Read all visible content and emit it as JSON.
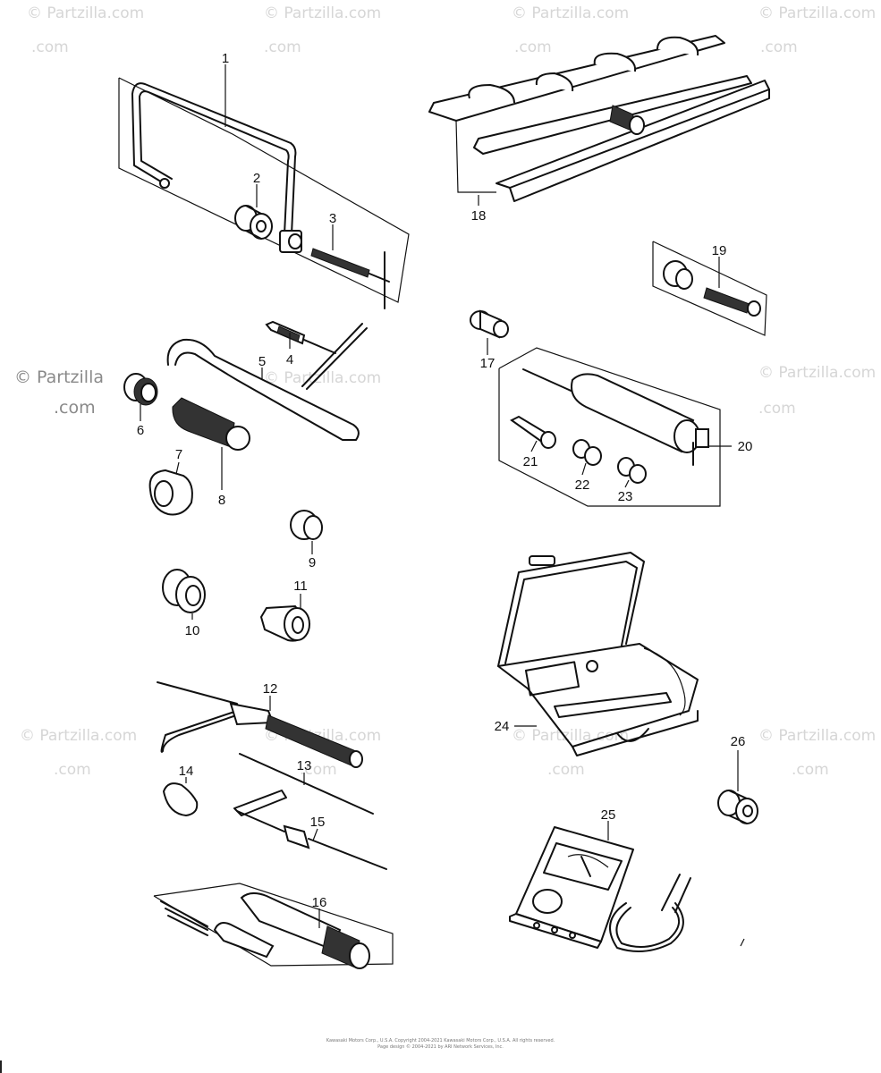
{
  "watermark": {
    "brand": "© Partzilla.com",
    "brand_split_a": "© Partzilla",
    "brand_split_b": ".com"
  },
  "callouts": [
    "1",
    "2",
    "3",
    "4",
    "5",
    "6",
    "7",
    "8",
    "9",
    "10",
    "11",
    "12",
    "13",
    "14",
    "15",
    "16",
    "17",
    "18",
    "19",
    "20",
    "21",
    "22",
    "23",
    "24",
    "25",
    "26"
  ],
  "copyright": {
    "line1": "Kawasaki Motors Corp., U.S.A. Copyright 2004-2021 Kawasaki Motors Corp., U.S.A. All rights reserved.",
    "line2": "Page design © 2004-2021 by ARI Network Services, Inc."
  }
}
